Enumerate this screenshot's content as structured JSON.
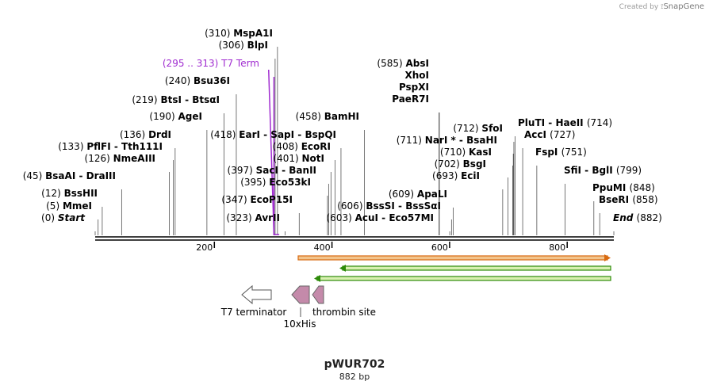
{
  "credit": {
    "prefix": "Created by",
    "brand": "SnapGene"
  },
  "plasmid": {
    "name": "pWUR702",
    "length_label": "882 bp",
    "length": 882
  },
  "axis": {
    "ticks": [
      "200",
      "400",
      "600",
      "800"
    ]
  },
  "colors": {
    "orf_orange": "#d86a10",
    "orf_orange_fill": "#f2c48c",
    "orf_green": "#2e8b0a",
    "orf_green_fill": "#d8f0b0",
    "his_tag": "#c48aaa",
    "terminator": "#ffffff",
    "t7_term": "#a02cd0"
  },
  "sites": [
    {
      "num": "(310)",
      "name": "MspA1I",
      "pos": 310
    },
    {
      "num": "(306)",
      "name": "BlpI",
      "pos": 306
    },
    {
      "num": "(295 .. 313)",
      "name": "T7 Term",
      "pos": 304,
      "style": "term"
    },
    {
      "num": "(240)",
      "name": "Bsu36I",
      "pos": 240
    },
    {
      "num": "(219)",
      "name": "BtsI - BtsαI",
      "pos": 219
    },
    {
      "num": "(190)",
      "name": "AgeI",
      "pos": 190
    },
    {
      "num": "(136)",
      "name": "DrdI",
      "pos": 136
    },
    {
      "num": "(133)",
      "name": "PflFI - Tth111I",
      "pos": 133
    },
    {
      "num": "(126)",
      "name": "NmeAIII",
      "pos": 126
    },
    {
      "num": "(45)",
      "name": "BsaAI - DraIII",
      "pos": 45
    },
    {
      "num": "(12)",
      "name": "BssHII",
      "pos": 12
    },
    {
      "num": "(5)",
      "name": "MmeI",
      "pos": 5
    },
    {
      "num": "(0)",
      "name": "Start",
      "pos": 0,
      "style": "italic"
    },
    {
      "num": "(418)",
      "name": "EarI - SapI - BspQI",
      "pos": 418
    },
    {
      "num": "(458)",
      "name": "BamHI",
      "pos": 458
    },
    {
      "num": "(408)",
      "name": "EcoRI",
      "pos": 408
    },
    {
      "num": "(401)",
      "name": "NotI",
      "pos": 401
    },
    {
      "num": "(397)",
      "name": "SacI - BanII",
      "pos": 397
    },
    {
      "num": "(395)",
      "name": "Eco53kI",
      "pos": 395
    },
    {
      "num": "(347)",
      "name": "EcoP15I",
      "pos": 347
    },
    {
      "num": "(323)",
      "name": "AvrII",
      "pos": 323
    },
    {
      "num": "(603)",
      "name": "AcuI - Eco57MI",
      "pos": 603
    },
    {
      "num": "(606)",
      "name": "BssSI - BssSαI",
      "pos": 606
    },
    {
      "num": "(609)",
      "name": "ApaLI",
      "pos": 609
    },
    {
      "num": "(585)",
      "name": "AbsI",
      "pos": 585
    },
    {
      "num": "",
      "name": "XhoI",
      "pos": 585
    },
    {
      "num": "",
      "name": "PspXI",
      "pos": 585
    },
    {
      "num": "",
      "name": "PaeR7I",
      "pos": 585
    },
    {
      "num": "(711)",
      "name": "NarI * - BsaHI",
      "pos": 711
    },
    {
      "num": "(712)",
      "name": "SfoI",
      "pos": 712
    },
    {
      "num": "(710)",
      "name": "KasI",
      "pos": 710
    },
    {
      "num": "(702)",
      "name": "BsgI",
      "pos": 702
    },
    {
      "num": "(693)",
      "name": "EciI",
      "pos": 693
    },
    {
      "num": "(714)",
      "name": "PluTI - HaeII",
      "pos": 714
    },
    {
      "num": "(727)",
      "name": "AccI",
      "pos": 727
    },
    {
      "num": "(751)",
      "name": "FspI",
      "pos": 751
    },
    {
      "num": "(799)",
      "name": "SfiI - BglI",
      "pos": 799
    },
    {
      "num": "(848)",
      "name": "PpuMI",
      "pos": 848
    },
    {
      "num": "(858)",
      "name": "BseRI",
      "pos": 858
    },
    {
      "num": "(882)",
      "name": "End",
      "pos": 882,
      "style": "italic"
    }
  ],
  "features": [
    {
      "label": "T7 terminator"
    },
    {
      "label": "10xHis"
    },
    {
      "label": "thrombin site"
    }
  ]
}
